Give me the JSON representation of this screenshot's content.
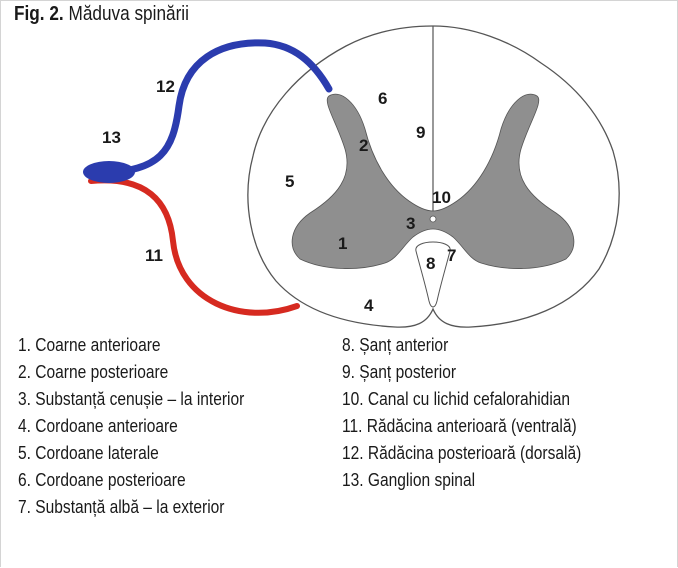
{
  "figure": {
    "caption_prefix": "Fig. 2.",
    "caption_title": "Măduva spinării"
  },
  "colors": {
    "posterior_root": "#2b3cae",
    "anterior_root": "#d62a20",
    "grey_matter": "#8f8f8f",
    "outline": "#555555"
  },
  "diagram_labels": {
    "n1": "1",
    "n2": "2",
    "n3": "3",
    "n4": "4",
    "n5": "5",
    "n6": "6",
    "n7": "7",
    "n8": "8",
    "n9": "9",
    "n10": "10",
    "n11": "11",
    "n12": "12",
    "n13": "13"
  },
  "legend_left": [
    "1. Coarne anterioare",
    "2. Coarne posterioare",
    "3. Substanță cenușie – la interior",
    "4. Cordoane anterioare",
    "5. Cordoane laterale",
    "6. Cordoane posterioare",
    "7. Substanță albă – la exterior"
  ],
  "legend_right": [
    "8. Șanț anterior",
    "9. Șanț posterior",
    "10. Canal cu lichid cefalorahidian",
    "11. Rădăcina anterioară (ventrală)",
    "12. Rădăcina posterioară (dorsală)",
    "13. Ganglion spinal"
  ]
}
